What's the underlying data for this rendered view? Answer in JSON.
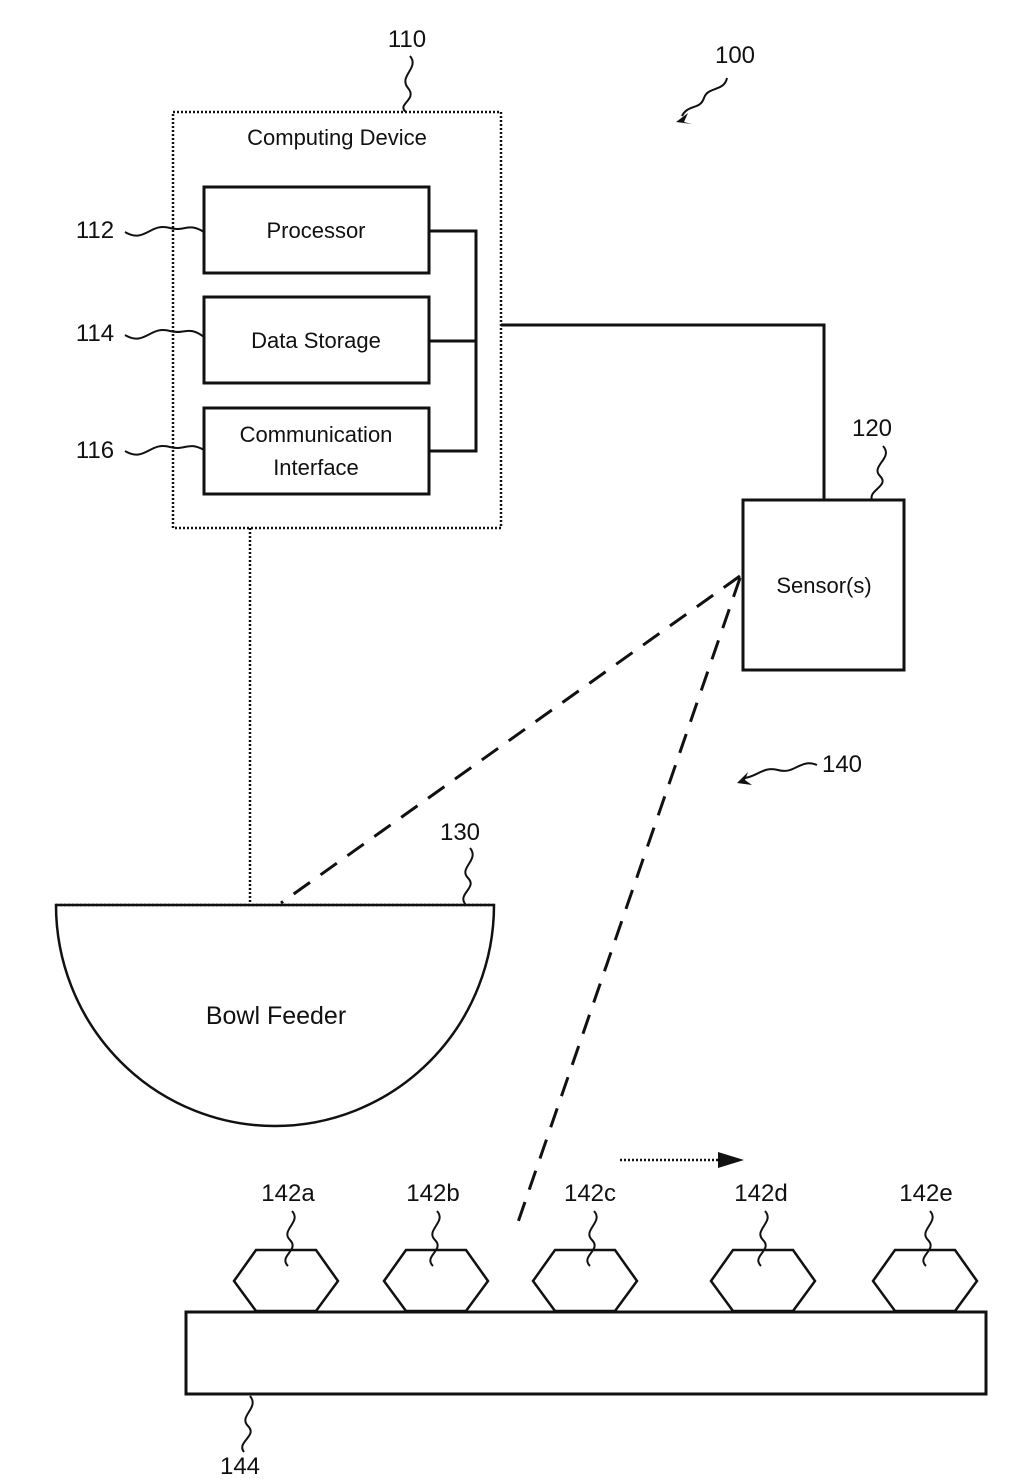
{
  "refs": {
    "system": "100",
    "computing_device": "110",
    "processor": "112",
    "data_storage": "114",
    "communication_interface": "116",
    "sensors": "120",
    "bowl_feeder": "130",
    "field_of_view": "140",
    "part_a": "142a",
    "part_b": "142b",
    "part_c": "142c",
    "part_d": "142d",
    "part_e": "142e",
    "conveyor": "144"
  },
  "labels": {
    "computing_device": "Computing Device",
    "processor": "Processor",
    "data_storage": "Data Storage",
    "communication_interface_line1": "Communication",
    "communication_interface_line2": "Interface",
    "sensors": "Sensor(s)",
    "bowl_feeder": "Bowl Feeder"
  }
}
